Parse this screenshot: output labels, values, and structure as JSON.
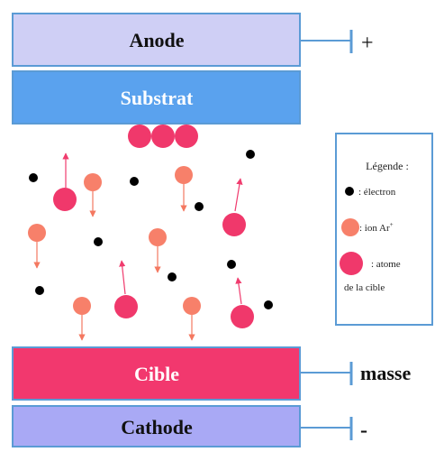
{
  "layers": {
    "anode": "Anode",
    "substrat": "Substrat",
    "cible": "Cible",
    "cathode": "Cathode"
  },
  "terminals": {
    "anode": "+",
    "cible": "masse",
    "cathode": "-"
  },
  "legend": {
    "title": "Légende :",
    "electron": ": électron",
    "ion_prefix": ": ion Ar",
    "ion_sup": "+",
    "atom_line1": ": atome",
    "atom_line2": "de la cible"
  },
  "colors": {
    "anode_fill": "#cfcff5",
    "substrat_fill": "#5aa2ee",
    "cible_fill": "#f2386e",
    "cathode_fill": "#a9a9f5",
    "border": "#5b9bd5",
    "line": "#5b9bd5",
    "atom": "#f0386b",
    "ion": "#f7806a",
    "electron": "#000000",
    "arrow_atom": "#f03c6e",
    "arrow_ion": "#f47860"
  }
}
